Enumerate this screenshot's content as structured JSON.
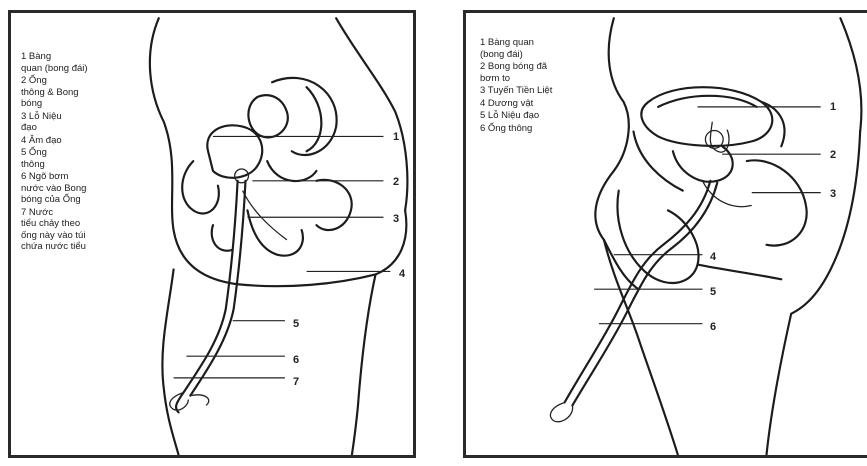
{
  "left": {
    "legend": [
      "1 Bàng\nquan (bong đái)",
      "2 Ống\nthông & Bong\nbóng",
      "3 Lỗ Niệu\nđạo",
      "4 Âm đạo",
      "5 Ống\nthông",
      "6 Ngõ bơm\nnước vào Bong\nbóng của Ống",
      "7 Nước\ntiểu chảy theo\nống này vào túi\nchứa nước tiểu"
    ],
    "numbers": [
      "1",
      "2",
      "3",
      "4",
      "5",
      "6",
      "7"
    ]
  },
  "right": {
    "legend": [
      "1 Bàng quan\n(bong đái)",
      "2 Bong bóng đã\nbơm to",
      "3 Tuyến Tiền Liệt",
      "4 Dương vật",
      "5 Lỗ Niệu đạo",
      "6 Ống thông"
    ],
    "numbers": [
      "1",
      "2",
      "3",
      "4",
      "5",
      "6"
    ]
  }
}
